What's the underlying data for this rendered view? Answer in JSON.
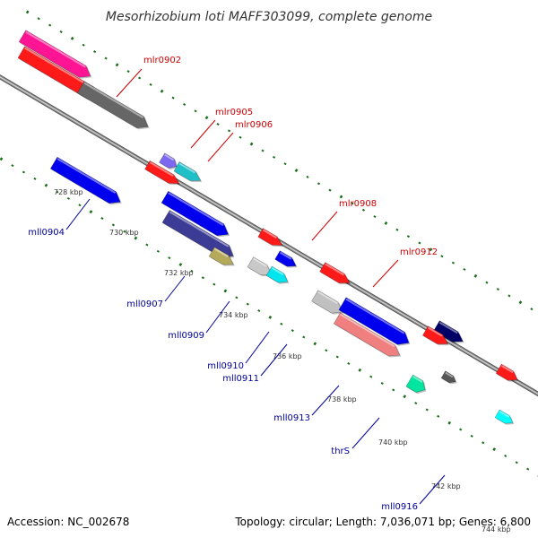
{
  "title": "Mesorhizobium loti MAFF303099, complete genome",
  "footer": {
    "accession": "Accession: NC_002678",
    "summary": "Topology: circular; Length: 7,036,071 bp; Genes: 6,800"
  },
  "colors": {
    "backbone": "#8c8c8c",
    "forward_label": "#cc0000",
    "reverse_label": "#000099",
    "tick": "#1a6e1a"
  },
  "ticks": [
    {
      "label": "728 kbp"
    },
    {
      "label": "730 kbp"
    },
    {
      "label": "732 kbp"
    },
    {
      "label": "734 kbp"
    },
    {
      "label": "736 kbp"
    },
    {
      "label": "738 kbp"
    },
    {
      "label": "740 kbp"
    },
    {
      "label": "742 kbp"
    },
    {
      "label": "744 kbp"
    }
  ],
  "genes": [
    {
      "name": "mlr0902",
      "strand": "forward",
      "labelled": true,
      "color": "#ff1a1a"
    },
    {
      "name": "",
      "strand": "forward",
      "labelled": false,
      "color": "#ff1493"
    },
    {
      "name": "",
      "strand": "forward",
      "labelled": false,
      "color": "#666666"
    },
    {
      "name": "mll0904",
      "strand": "reverse",
      "labelled": true,
      "color": "#0000ee"
    },
    {
      "name": "mlr0905",
      "strand": "forward",
      "labelled": true,
      "color": "#7b68ee"
    },
    {
      "name": "mlr0906",
      "strand": "forward",
      "labelled": true,
      "color": "#20c0c8"
    },
    {
      "name": "",
      "strand": "forward",
      "labelled": false,
      "color": "#ff1a1a"
    },
    {
      "name": "mll0907",
      "strand": "reverse",
      "labelled": true,
      "color": "#3c3c96"
    },
    {
      "name": "",
      "strand": "reverse",
      "labelled": false,
      "color": "#0000ee"
    },
    {
      "name": "mlr0908",
      "strand": "forward",
      "labelled": true,
      "color": "#ff1a1a"
    },
    {
      "name": "mll0909",
      "strand": "reverse",
      "labelled": true,
      "color": "#b4aa5a"
    },
    {
      "name": "mll0910",
      "strand": "reverse",
      "labelled": true,
      "color": "#c8c8c8"
    },
    {
      "name": "mll0911",
      "strand": "reverse",
      "labelled": true,
      "color": "#00e5ee"
    },
    {
      "name": "",
      "strand": "reverse",
      "labelled": false,
      "color": "#0000ee"
    },
    {
      "name": "mlr0912",
      "strand": "forward",
      "labelled": true,
      "color": "#ff1a1a"
    },
    {
      "name": "mll0913",
      "strand": "reverse",
      "labelled": true,
      "color": "#c0c0c0"
    },
    {
      "name": "",
      "strand": "reverse",
      "labelled": false,
      "color": "#0000ee"
    },
    {
      "name": "thrS",
      "strand": "reverse",
      "labelled": true,
      "color": "#f08080"
    },
    {
      "name": "",
      "strand": "forward",
      "labelled": false,
      "color": "#000066"
    },
    {
      "name": "",
      "strand": "forward",
      "labelled": false,
      "color": "#ff1a1a"
    },
    {
      "name": "mll0916",
      "strand": "reverse",
      "labelled": true,
      "color": "#00e5a0"
    },
    {
      "name": "",
      "strand": "reverse",
      "labelled": false,
      "color": "#555555"
    },
    {
      "name": "",
      "strand": "forward",
      "labelled": false,
      "color": "#ff1a1a"
    },
    {
      "name": "",
      "strand": "reverse",
      "labelled": false,
      "color": "#00ffff"
    }
  ]
}
